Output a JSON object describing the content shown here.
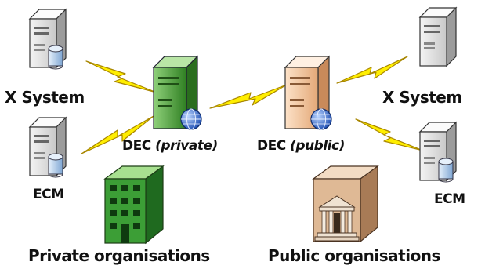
{
  "labels": {
    "x_system_left": "X System",
    "ecm_left": "ECM",
    "dec_private_prefix": "DEC ",
    "dec_private_suffix": "(private)",
    "dec_public_prefix": "DEC ",
    "dec_public_suffix": "(public)",
    "x_system_right": "X System",
    "ecm_right": "ECM",
    "private_orgs": "Private organisations",
    "public_orgs": "Public organisations"
  },
  "icons": {
    "generic_server": "server-icon",
    "database": "database-icon",
    "globe": "globe-icon",
    "lightning": "lightning-icon",
    "office_building": "office-building-icon",
    "public_building": "public-building-icon"
  },
  "colors": {
    "grey_server": "#d9d9d9",
    "green_server": "#3f9a2d",
    "peach_server": "#f1c29a",
    "lightning": "#ffee00",
    "lightning_outline": "#b08800",
    "green_building": "#2f8f2f",
    "tan_building": "#d9b48f",
    "database": "#a9c8e8",
    "globe": "#3a6fd8"
  }
}
